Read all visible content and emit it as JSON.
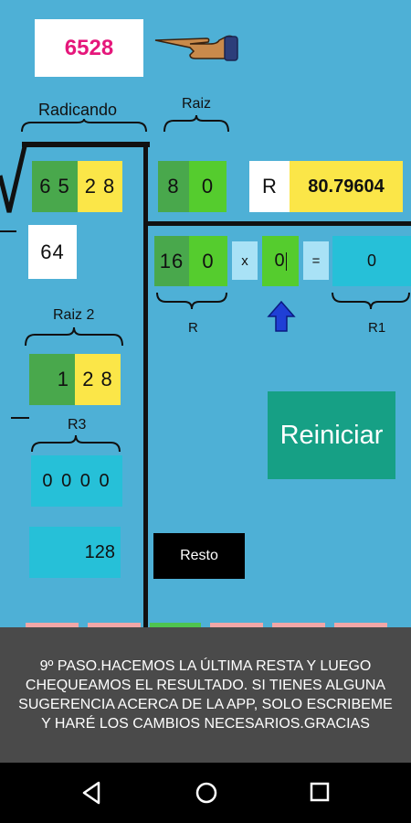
{
  "number_display": "6528",
  "labels": {
    "radicando": "Radicando",
    "raiz": "Raiz",
    "raiz2": "Raiz 2",
    "r3": "R3",
    "r_under": "R",
    "r1": "R1"
  },
  "radicando_digits": {
    "left": "6 5",
    "right": "2 8"
  },
  "raiz_digits": {
    "left": "8",
    "right": "0"
  },
  "r_label": "R",
  "r_value": "80.79604",
  "square_box": "64",
  "calc": {
    "left": "16",
    "right": "0",
    "times": "x",
    "input": "0",
    "equals": "=",
    "result": "0"
  },
  "raiz2_digits": {
    "left": "1",
    "right": "2 8"
  },
  "r3_value": "0 0 0 0",
  "bottom_value": "128",
  "buttons": {
    "reiniciar": "Reiniciar",
    "resto": "Resto"
  },
  "toast_message": "9º PASO.HACEMOS LA ÚLTIMA RESTA Y LUEGO CHEQUEAMOS EL RESULTADO. SI TIENES ALGUNA SUGERENCIA ACERCA DE LA APP, SOLO ESCRIBEME Y HARÉ LOS CAMBIOS NECESARIOS.GRACIAS",
  "colors": {
    "background": "#4eb0d6",
    "accent_pink": "#e5177b",
    "reiniciar": "#16a085"
  },
  "icons": [
    "pointing-hand-icon",
    "up-arrow-icon",
    "back-icon",
    "home-icon",
    "recents-icon"
  ]
}
